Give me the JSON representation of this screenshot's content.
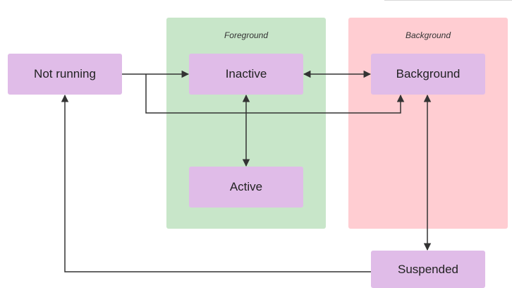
{
  "regions": {
    "foreground": {
      "label": "Foreground",
      "color": "#c8e6c9"
    },
    "background": {
      "label": "Background",
      "color": "#ffcdd2"
    }
  },
  "states": {
    "not_running": "Not running",
    "inactive": "Inactive",
    "background": "Background",
    "active": "Active",
    "suspended": "Suspended"
  },
  "colors": {
    "state_fill": "#e0bce8",
    "connector": "#333333"
  }
}
